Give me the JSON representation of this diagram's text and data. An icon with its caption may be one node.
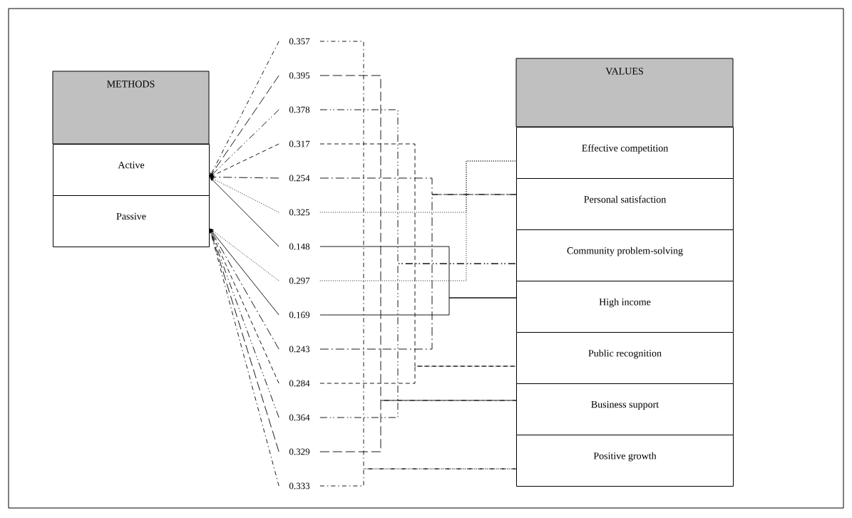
{
  "diagram": {
    "nodes": [
      {
        "text": [
          "METHODS"
        ]
      },
      {
        "text": [
          "Active"
        ]
      },
      {
        "text": [
          "Passive"
        ]
      },
      {
        "text": [
          "0.357"
        ]
      },
      {
        "text": [
          "0.395"
        ]
      },
      {
        "text": [
          "0.378"
        ]
      },
      {
        "text": [
          "0.317"
        ]
      },
      {
        "text": [
          "0.254"
        ]
      },
      {
        "text": [
          "0.325"
        ]
      },
      {
        "text": [
          "0.148"
        ]
      },
      {
        "text": [
          "0.297"
        ]
      },
      {
        "text": [
          "0.169"
        ]
      },
      {
        "text": [
          "0.243"
        ]
      },
      {
        "text": [
          "0.284"
        ]
      },
      {
        "text": [
          "0.364"
        ]
      },
      {
        "text": [
          "0.329"
        ]
      },
      {
        "text": [
          "0.333"
        ]
      },
      {
        "text": [
          "VALUES"
        ]
      },
      {
        "text": [
          "Effective competition"
        ]
      },
      {
        "text": [
          "Personal satisfaction"
        ]
      },
      {
        "text": [
          "Community problem-solving"
        ]
      },
      {
        "text": [
          "High income"
        ]
      },
      {
        "text": [
          "Public recognition"
        ]
      },
      {
        "text": [
          "Business support"
        ]
      },
      {
        "text": [
          "Positive growth"
        ]
      }
    ],
    "edges": [
      {
        "from": 3,
        "to": 1,
        "arrow": "to",
        "style": "dashed"
      },
      {
        "from": 4,
        "to": 1,
        "arrow": "to",
        "style": "dashed"
      },
      {
        "from": 5,
        "to": 1,
        "arrow": "to",
        "style": "dashed"
      },
      {
        "from": 6,
        "to": 1,
        "arrow": "to",
        "style": "dashed"
      },
      {
        "from": 7,
        "to": 1,
        "arrow": "to",
        "style": "dashed"
      },
      {
        "from": 8,
        "to": 1,
        "arrow": "to",
        "style": "dashed"
      },
      {
        "from": 9,
        "to": 1,
        "arrow": "to"
      },
      {
        "from": 10,
        "to": 2,
        "arrow": "to",
        "style": "dashed"
      },
      {
        "from": 11,
        "to": 2,
        "arrow": "to"
      },
      {
        "from": 12,
        "to": 2,
        "arrow": "to",
        "style": "dashed"
      },
      {
        "from": 13,
        "to": 2,
        "arrow": "to",
        "style": "dashed"
      },
      {
        "from": 14,
        "to": 2,
        "arrow": "to",
        "style": "dashed"
      },
      {
        "from": 15,
        "to": 2,
        "arrow": "to",
        "style": "dashed"
      },
      {
        "from": 16,
        "to": 2,
        "arrow": "to",
        "style": "dashed"
      },
      {
        "from": 3,
        "to": 24,
        "arrow": "none",
        "style": "dashed"
      },
      {
        "from": 4,
        "to": 23,
        "arrow": "none",
        "style": "dashed"
      },
      {
        "from": 5,
        "to": 20,
        "arrow": "none",
        "style": "dashed"
      },
      {
        "from": 6,
        "to": 22,
        "arrow": "none",
        "style": "dashed"
      },
      {
        "from": 7,
        "to": 19,
        "arrow": "none",
        "style": "dashed"
      },
      {
        "from": 8,
        "to": 18,
        "arrow": "none",
        "style": "dashed"
      },
      {
        "from": 9,
        "to": 21,
        "arrow": "none"
      },
      {
        "from": 10,
        "to": 18,
        "arrow": "none",
        "style": "dashed"
      },
      {
        "from": 11,
        "to": 21,
        "arrow": "none"
      },
      {
        "from": 12,
        "to": 19,
        "arrow": "none",
        "style": "dashed"
      },
      {
        "from": 13,
        "to": 22,
        "arrow": "none",
        "style": "dashed"
      },
      {
        "from": 14,
        "to": 20,
        "arrow": "none",
        "style": "dashed"
      },
      {
        "from": 15,
        "to": 23,
        "arrow": "none",
        "style": "dashed"
      },
      {
        "from": 16,
        "to": 24,
        "arrow": "none",
        "style": "dashed"
      }
    ]
  }
}
